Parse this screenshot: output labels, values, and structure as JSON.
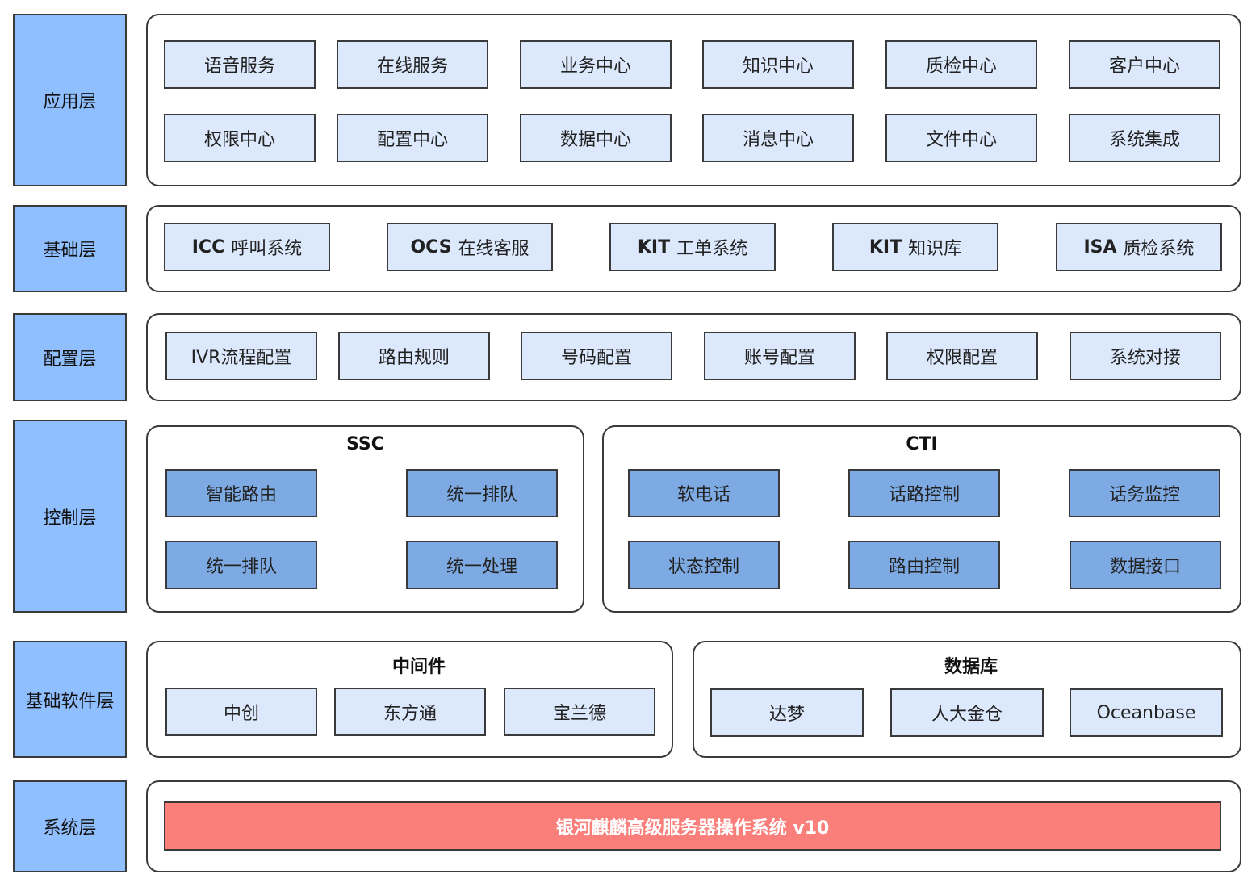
{
  "layers": {
    "app": "应用层",
    "base": "基础层",
    "config": "配置层",
    "control": "控制层",
    "base_software": "基础软件层",
    "system": "系统层"
  },
  "app_items": [
    "语音服务",
    "在线服务",
    "业务中心",
    "知识中心",
    "质检中心",
    "客户中心",
    "权限中心",
    "配置中心",
    "数据中心",
    "消息中心",
    "文件中心",
    "系统集成"
  ],
  "base_items": [
    {
      "pre": "ICC",
      "label": "呼叫系统"
    },
    {
      "pre": "OCS",
      "label": "在线客服"
    },
    {
      "pre": "KIT",
      "label": "工单系统"
    },
    {
      "pre": "KIT",
      "label": "知识库"
    },
    {
      "pre": "ISA",
      "label": "质检系统"
    }
  ],
  "config_items": [
    "IVR流程配置",
    "路由规则",
    "号码配置",
    "账号配置",
    "权限配置",
    "系统对接"
  ],
  "control": {
    "ssc": {
      "title": "SSC",
      "items": [
        "智能路由",
        "统一排队",
        "统一排队",
        "统一处理"
      ]
    },
    "cti": {
      "title": "CTI",
      "items": [
        "软电话",
        "话路控制",
        "话务监控",
        "状态控制",
        "路由控制",
        "数据接口"
      ]
    }
  },
  "base_software": {
    "middleware": {
      "title": "中间件",
      "items": [
        "中创",
        "东方通",
        "宝兰德"
      ]
    },
    "database": {
      "title": "数据库",
      "items": [
        "达梦",
        "人大金仓",
        "Oceanbase"
      ]
    }
  },
  "system": {
    "os": "银河麒麟高级服务器操作系统 v10"
  },
  "colors": {
    "layer_label": "#8fbfff",
    "light_box": "#dce8fb",
    "dark_box": "#7eaae3",
    "os_bar": "#fa7f7a"
  }
}
